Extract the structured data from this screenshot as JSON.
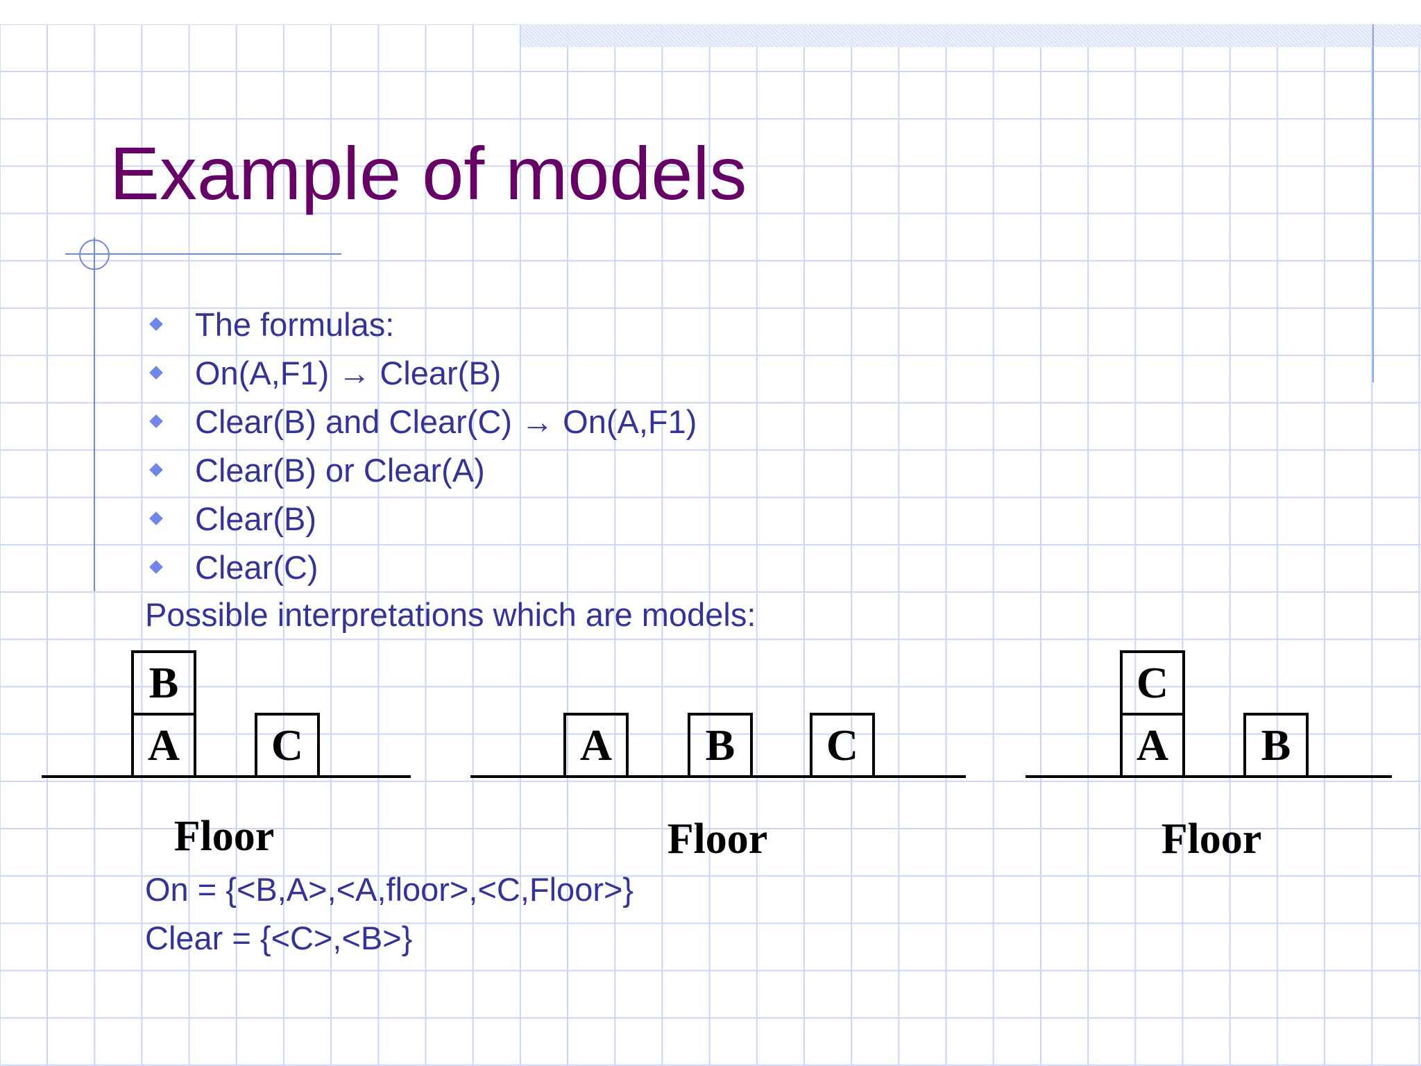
{
  "slide": {
    "title": "Example of models",
    "bullets": [
      "The formulas:",
      "On(A,F1) → Clear(B)",
      "Clear(B) and Clear(C) → On(A,F1)",
      "Clear(B) or Clear(A)",
      "Clear(B)",
      "Clear(C)"
    ],
    "subheading": "Possible interpretations which are models:",
    "diagrams": [
      {
        "stacks": [
          [
            "A",
            "B"
          ],
          [
            "C"
          ]
        ],
        "floor_label": "Floor"
      },
      {
        "stacks": [
          [
            "A"
          ],
          [
            "B"
          ],
          [
            "C"
          ]
        ],
        "floor_label": "Floor"
      },
      {
        "stacks": [
          [
            "A",
            "C"
          ],
          [
            "B"
          ]
        ],
        "floor_label": "Floor"
      }
    ],
    "on_relation": "On = {<B,A>,<A,floor>,<C,Floor>}",
    "clear_relation": "Clear = {<C>,<B>}"
  },
  "colors": {
    "title": "#660066",
    "body_text": "#333399",
    "bullet": "#6f87e8",
    "grid": "#c9d6f5"
  }
}
